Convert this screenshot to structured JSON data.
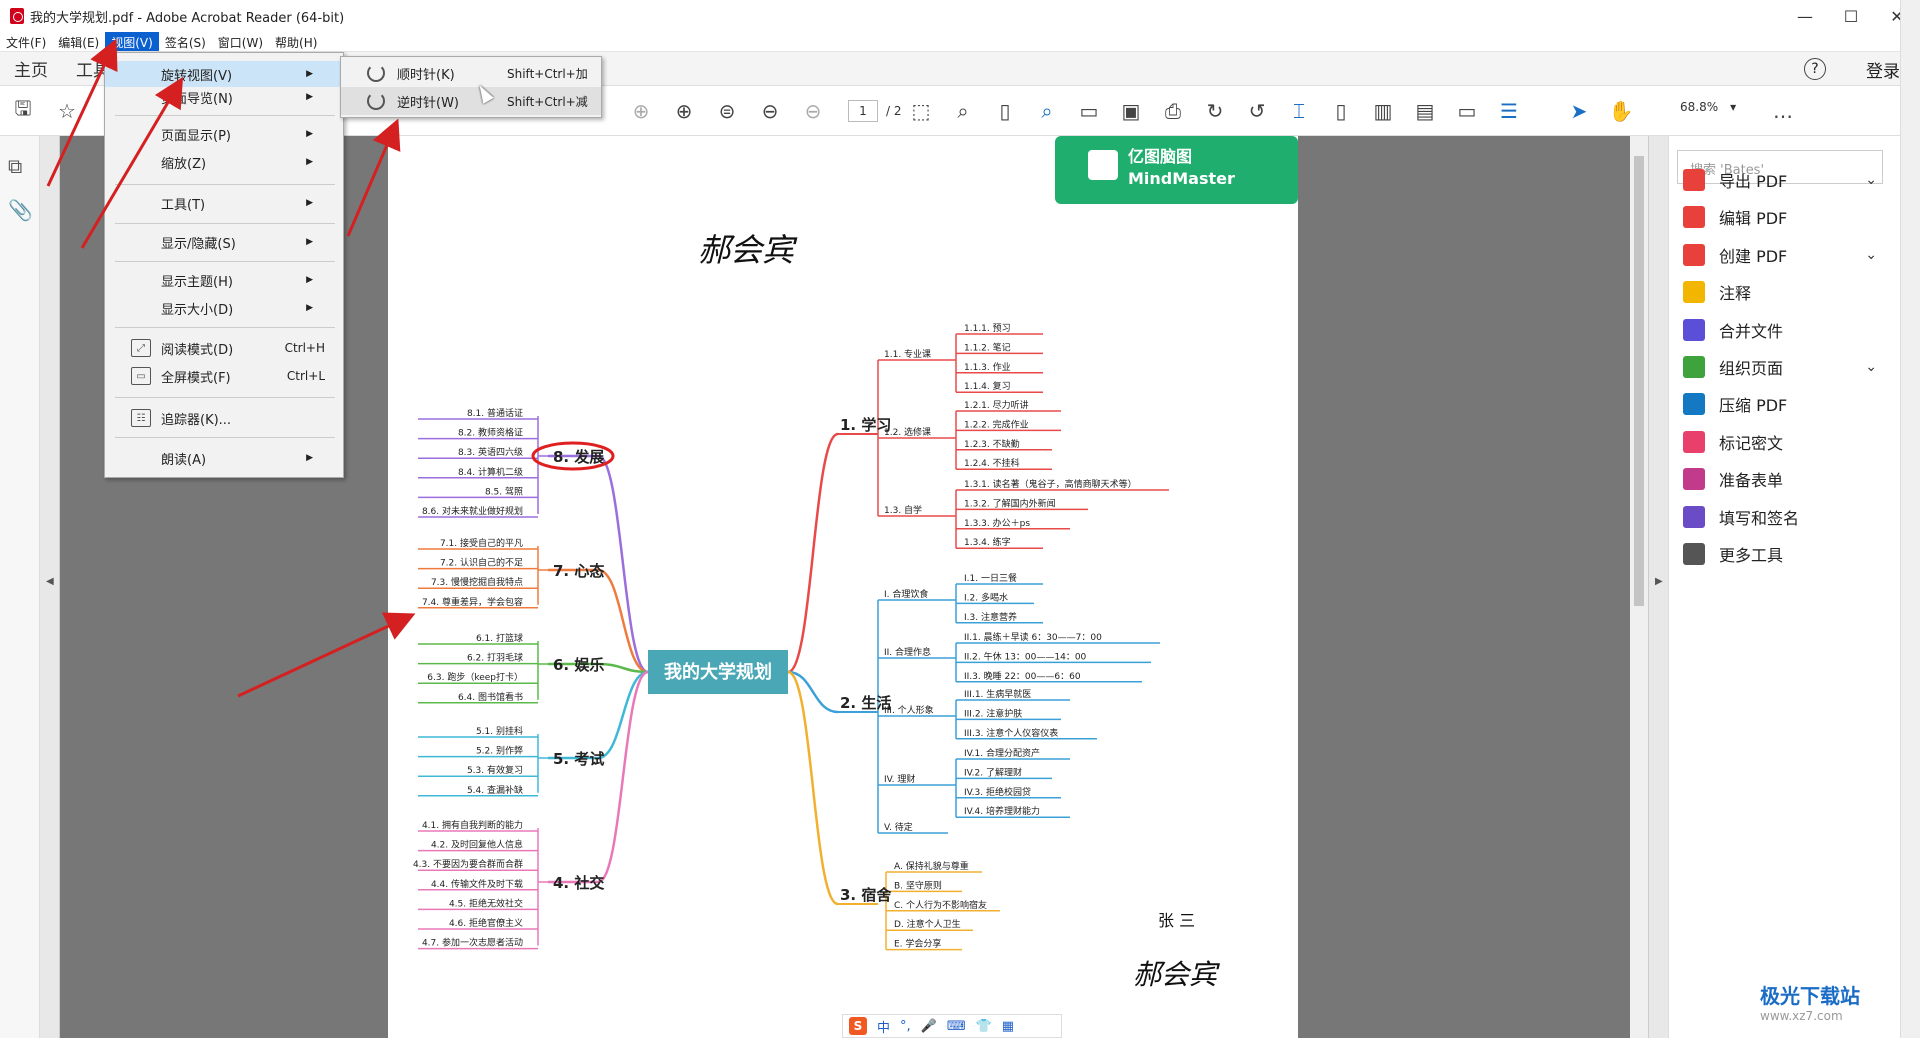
{
  "window": {
    "title": "我的大学规划.pdf - Adobe Acrobat Reader (64-bit)",
    "minimize": "—",
    "maximize": "☐",
    "close": "✕"
  },
  "menubar": [
    "文件(F)",
    "编辑(E)",
    "视图(V)",
    "签名(S)",
    "窗口(W)",
    "帮助(H)"
  ],
  "tabs": {
    "home": "主页",
    "tools": "工具",
    "login": "登录",
    "help": "?"
  },
  "toolbar": {
    "page_current": "1",
    "page_total": "/ 2",
    "zoom": "68.8%",
    "more": "…"
  },
  "view_menu": {
    "items": [
      {
        "label": "旋转视图(V)",
        "has_submenu": true,
        "highlighted": true
      },
      {
        "label": "页面导览(N)",
        "has_submenu": true
      },
      {
        "label": "页面显示(P)",
        "has_submenu": true
      },
      {
        "label": "缩放(Z)",
        "has_submenu": true
      },
      {
        "label": "工具(T)",
        "has_submenu": true
      },
      {
        "label": "显示/隐藏(S)",
        "has_submenu": true
      },
      {
        "label": "显示主题(H)",
        "has_submenu": true
      },
      {
        "label": "显示大小(D)",
        "has_submenu": true
      },
      {
        "label": "阅读模式(D)",
        "shortcut": "Ctrl+H"
      },
      {
        "label": "全屏模式(F)",
        "shortcut": "Ctrl+L"
      },
      {
        "label": "追踪器(K)..."
      },
      {
        "label": "朗读(A)",
        "has_submenu": true
      }
    ]
  },
  "rotate_submenu": [
    {
      "label": "顺时针(K)",
      "shortcut": "Shift+Ctrl+加"
    },
    {
      "label": "逆时针(W)",
      "shortcut": "Shift+Ctrl+减"
    }
  ],
  "right_panel": {
    "search_placeholder": "搜索 'Bates'",
    "tools": [
      {
        "label": "导出 PDF",
        "color": "#e8403a",
        "expand": true
      },
      {
        "label": "编辑 PDF",
        "color": "#e8403a"
      },
      {
        "label": "创建 PDF",
        "color": "#e8403a",
        "expand": true
      },
      {
        "label": "注释",
        "color": "#f2b600"
      },
      {
        "label": "合并文件",
        "color": "#5a4fd6"
      },
      {
        "label": "组织页面",
        "color": "#3ea33c",
        "expand": true
      },
      {
        "label": "压缩 PDF",
        "color": "#1479c2"
      },
      {
        "label": "标记密文",
        "color": "#e8406a"
      },
      {
        "label": "准备表单",
        "color": "#c23a8a"
      },
      {
        "label": "填写和签名",
        "color": "#6b4cc7"
      },
      {
        "label": "更多工具",
        "color": "#555555"
      }
    ]
  },
  "document": {
    "brand_cn": "亿图脑图",
    "brand_en": "MindMaster",
    "center": "我的大学规划",
    "signature": "郝会宾",
    "name_stamp": "张 三",
    "left_branches": [
      {
        "title": "8. 发展",
        "color": "#9b6ede",
        "items": [
          "8.1. 普通话证",
          "8.2. 教师资格证",
          "8.3. 英语四六级",
          "8.4. 计算机二级",
          "8.5. 驾照",
          "8.6. 对未来就业做好规划"
        ]
      },
      {
        "title": "7. 心态",
        "color": "#f07a3c",
        "items": [
          "7.1. 接受自己的平凡",
          "7.2. 认识自己的不足",
          "7.3. 慢慢挖掘自我特点",
          "7.4. 尊重差异，学会包容"
        ]
      },
      {
        "title": "6. 娱乐",
        "color": "#5bb84a",
        "items": [
          "6.1. 打篮球",
          "6.2. 打羽毛球",
          "6.3. 跑步（keep打卡）",
          "6.4. 图书馆看书"
        ]
      },
      {
        "title": "5. 考试",
        "color": "#3fb8d8",
        "items": [
          "5.1. 别挂科",
          "5.2. 别作弊",
          "5.3. 有效复习",
          "5.4. 查漏补缺"
        ]
      },
      {
        "title": "4. 社交",
        "color": "#e878b8",
        "items": [
          "4.1. 拥有自我判断的能力",
          "4.2. 及时回复他人信息",
          "4.3. 不要因为要合群而合群",
          "4.4. 传输文件及时下载",
          "4.5. 拒绝无效社交",
          "4.6. 拒绝官僚主义",
          "4.7. 参加一次志愿者活动"
        ]
      }
    ],
    "right_branches": [
      {
        "title": "1. 学习",
        "color": "#e84a4a",
        "subs": [
          {
            "title": "1.1. 专业课",
            "items": [
              "1.1.1. 预习",
              "1.1.2. 笔记",
              "1.1.3. 作业",
              "1.1.4. 复习"
            ]
          },
          {
            "title": "1.2. 选修课",
            "items": [
              "1.2.1. 尽力听讲",
              "1.2.2. 完成作业",
              "1.2.3. 不缺勤",
              "1.2.4. 不挂科"
            ]
          },
          {
            "title": "1.3. 自学",
            "items": [
              "1.3.1. 读名著（鬼谷子，高情商聊天术等）",
              "1.3.2. 了解国内外新闻",
              "1.3.3. 办公＋ps",
              "1.3.4. 练字"
            ]
          }
        ]
      },
      {
        "title": "2. 生活",
        "color": "#3ca0d8",
        "subs": [
          {
            "title": "I. 合理饮食",
            "items": [
              "I.1. 一日三餐",
              "I.2. 多喝水",
              "I.3. 注意营养"
            ]
          },
          {
            "title": "II. 合理作息",
            "items": [
              "II.1. 晨练＋早读 6：30——7：00",
              "II.2. 午休 13：00——14：00",
              "II.3. 晚睡 22：00——6：60"
            ]
          },
          {
            "title": "III. 个人形象",
            "items": [
              "III.1. 生病早就医",
              "III.2. 注意护肤",
              "III.3. 注意个人仪容仪表"
            ]
          },
          {
            "title": "IV. 理财",
            "items": [
              "IV.1. 合理分配资产",
              "IV.2. 了解理财",
              "IV.3. 拒绝校园贷",
              "IV.4. 培养理财能力"
            ]
          },
          {
            "title": "V. 待定",
            "items": []
          }
        ]
      },
      {
        "title": "3. 宿舍",
        "color": "#f2b030",
        "subs": [
          {
            "title": "",
            "items": [
              "A. 保持礼貌与尊重",
              "B. 坚守原则",
              "C. 个人行为不影响宿友",
              "D. 注意个人卫生",
              "E. 学会分享"
            ]
          }
        ]
      }
    ]
  },
  "watermark": {
    "brand": "极光下载站",
    "url": "www.xz7.com"
  },
  "ime": {
    "logo": "S",
    "mode": "中"
  }
}
